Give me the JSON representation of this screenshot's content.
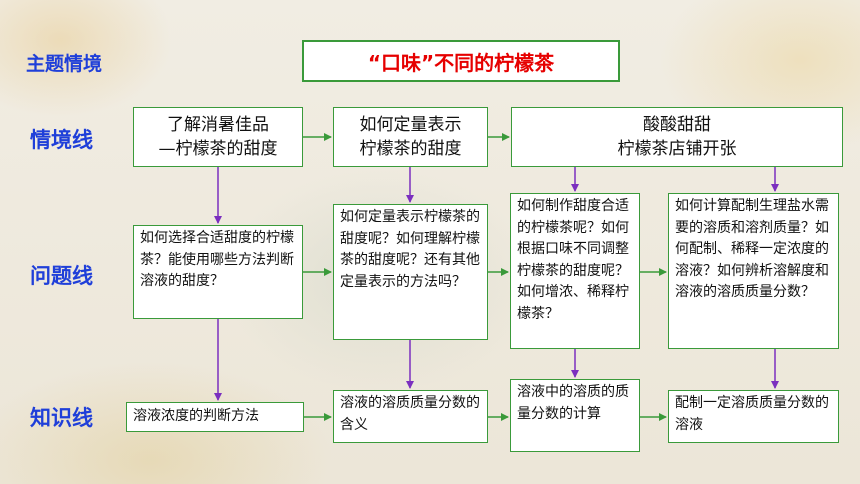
{
  "title": "“口味”不同的柠檬茶",
  "row_labels": {
    "theme": "主题情境",
    "scenario": "情境线",
    "question": "问题线",
    "knowledge": "知识线"
  },
  "scenario_boxes": [
    {
      "line1": "了解消暑佳品",
      "line2": "—柠檬茶的甜度"
    },
    {
      "line1": "如何定量表示",
      "line2": "柠檬茶的甜度"
    },
    {
      "line1": "酸酸甜甜",
      "line2": "柠檬茶店铺开张"
    }
  ],
  "question_boxes": [
    "如何选择合适甜度的柠檬茶？能使用哪些方法判断溶液的甜度？",
    "如何定量表示柠檬茶的甜度呢？如何理解柠檬茶的甜度呢？还有其他定量表示的方法吗？",
    "如何制作甜度合适的柠檬茶呢？如何根据口味不同调整柠檬茶的甜度呢？如何增浓、稀释柠檬茶？",
    "如何计算配制生理盐水需要的溶质和溶剂质量？如何配制、稀释一定浓度的溶液？如何辨析溶解度和溶液的溶质质量分数？"
  ],
  "knowledge_boxes": [
    "溶液浓度的判断方法",
    "溶液的溶质质量分数的含义",
    "溶液中的溶质的质量分数的计算",
    "配制一定溶质质量分数的溶液"
  ]
}
